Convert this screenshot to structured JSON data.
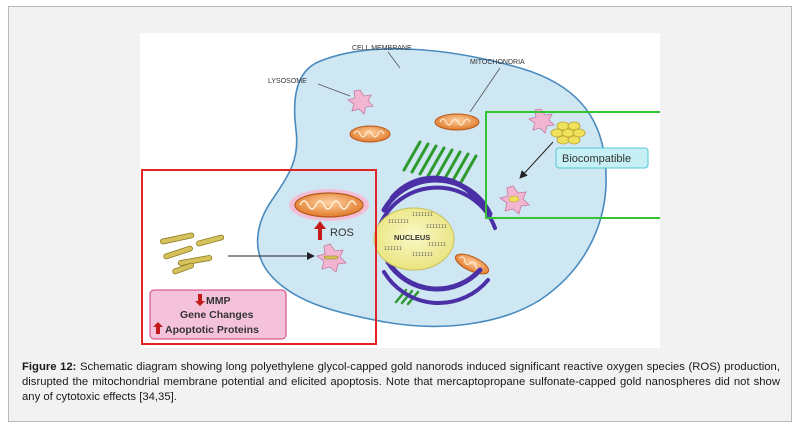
{
  "diagram": {
    "labels": {
      "cell_membrane": "CELL MEMBRANE",
      "mitochondria": "MITOCHONDRIA",
      "lysosome": "LYSOSOME",
      "nucleus": "NUCLEUS",
      "ros": "ROS",
      "biocompatible": "Biocompatible",
      "mmp": "MMP",
      "gene_changes": "Gene Changes",
      "apoptotic_proteins": "Apoptotic Proteins"
    },
    "colors": {
      "cell_fill": "#cfe6f3",
      "membrane_stroke": "#4a8bbf",
      "red_box": "#e02525",
      "green_box": "#35c235",
      "nanorod": "#d6c25a",
      "nanosphere": "#f0e15a",
      "lysosome": "#f2b6d2",
      "mitochondria": "#e9893a",
      "er": "#32a632",
      "golgi": "#4b2fa6",
      "nucleus_fill": "#f5f2a0",
      "mmp_box": "#f5c2dc",
      "biocompatible_box": "#c6f0f4"
    }
  },
  "caption": {
    "label": "Figure 12:",
    "text": " Schematic diagram showing long polyethylene glycol-capped gold nanorods induced significant reactive oxygen species (ROS) production, disrupted the mitochondrial membrane potential and elicited apoptosis. Note that mercaptopropane sulfonate-capped gold nanospheres did not show any of cytotoxic effects [34,35]."
  }
}
